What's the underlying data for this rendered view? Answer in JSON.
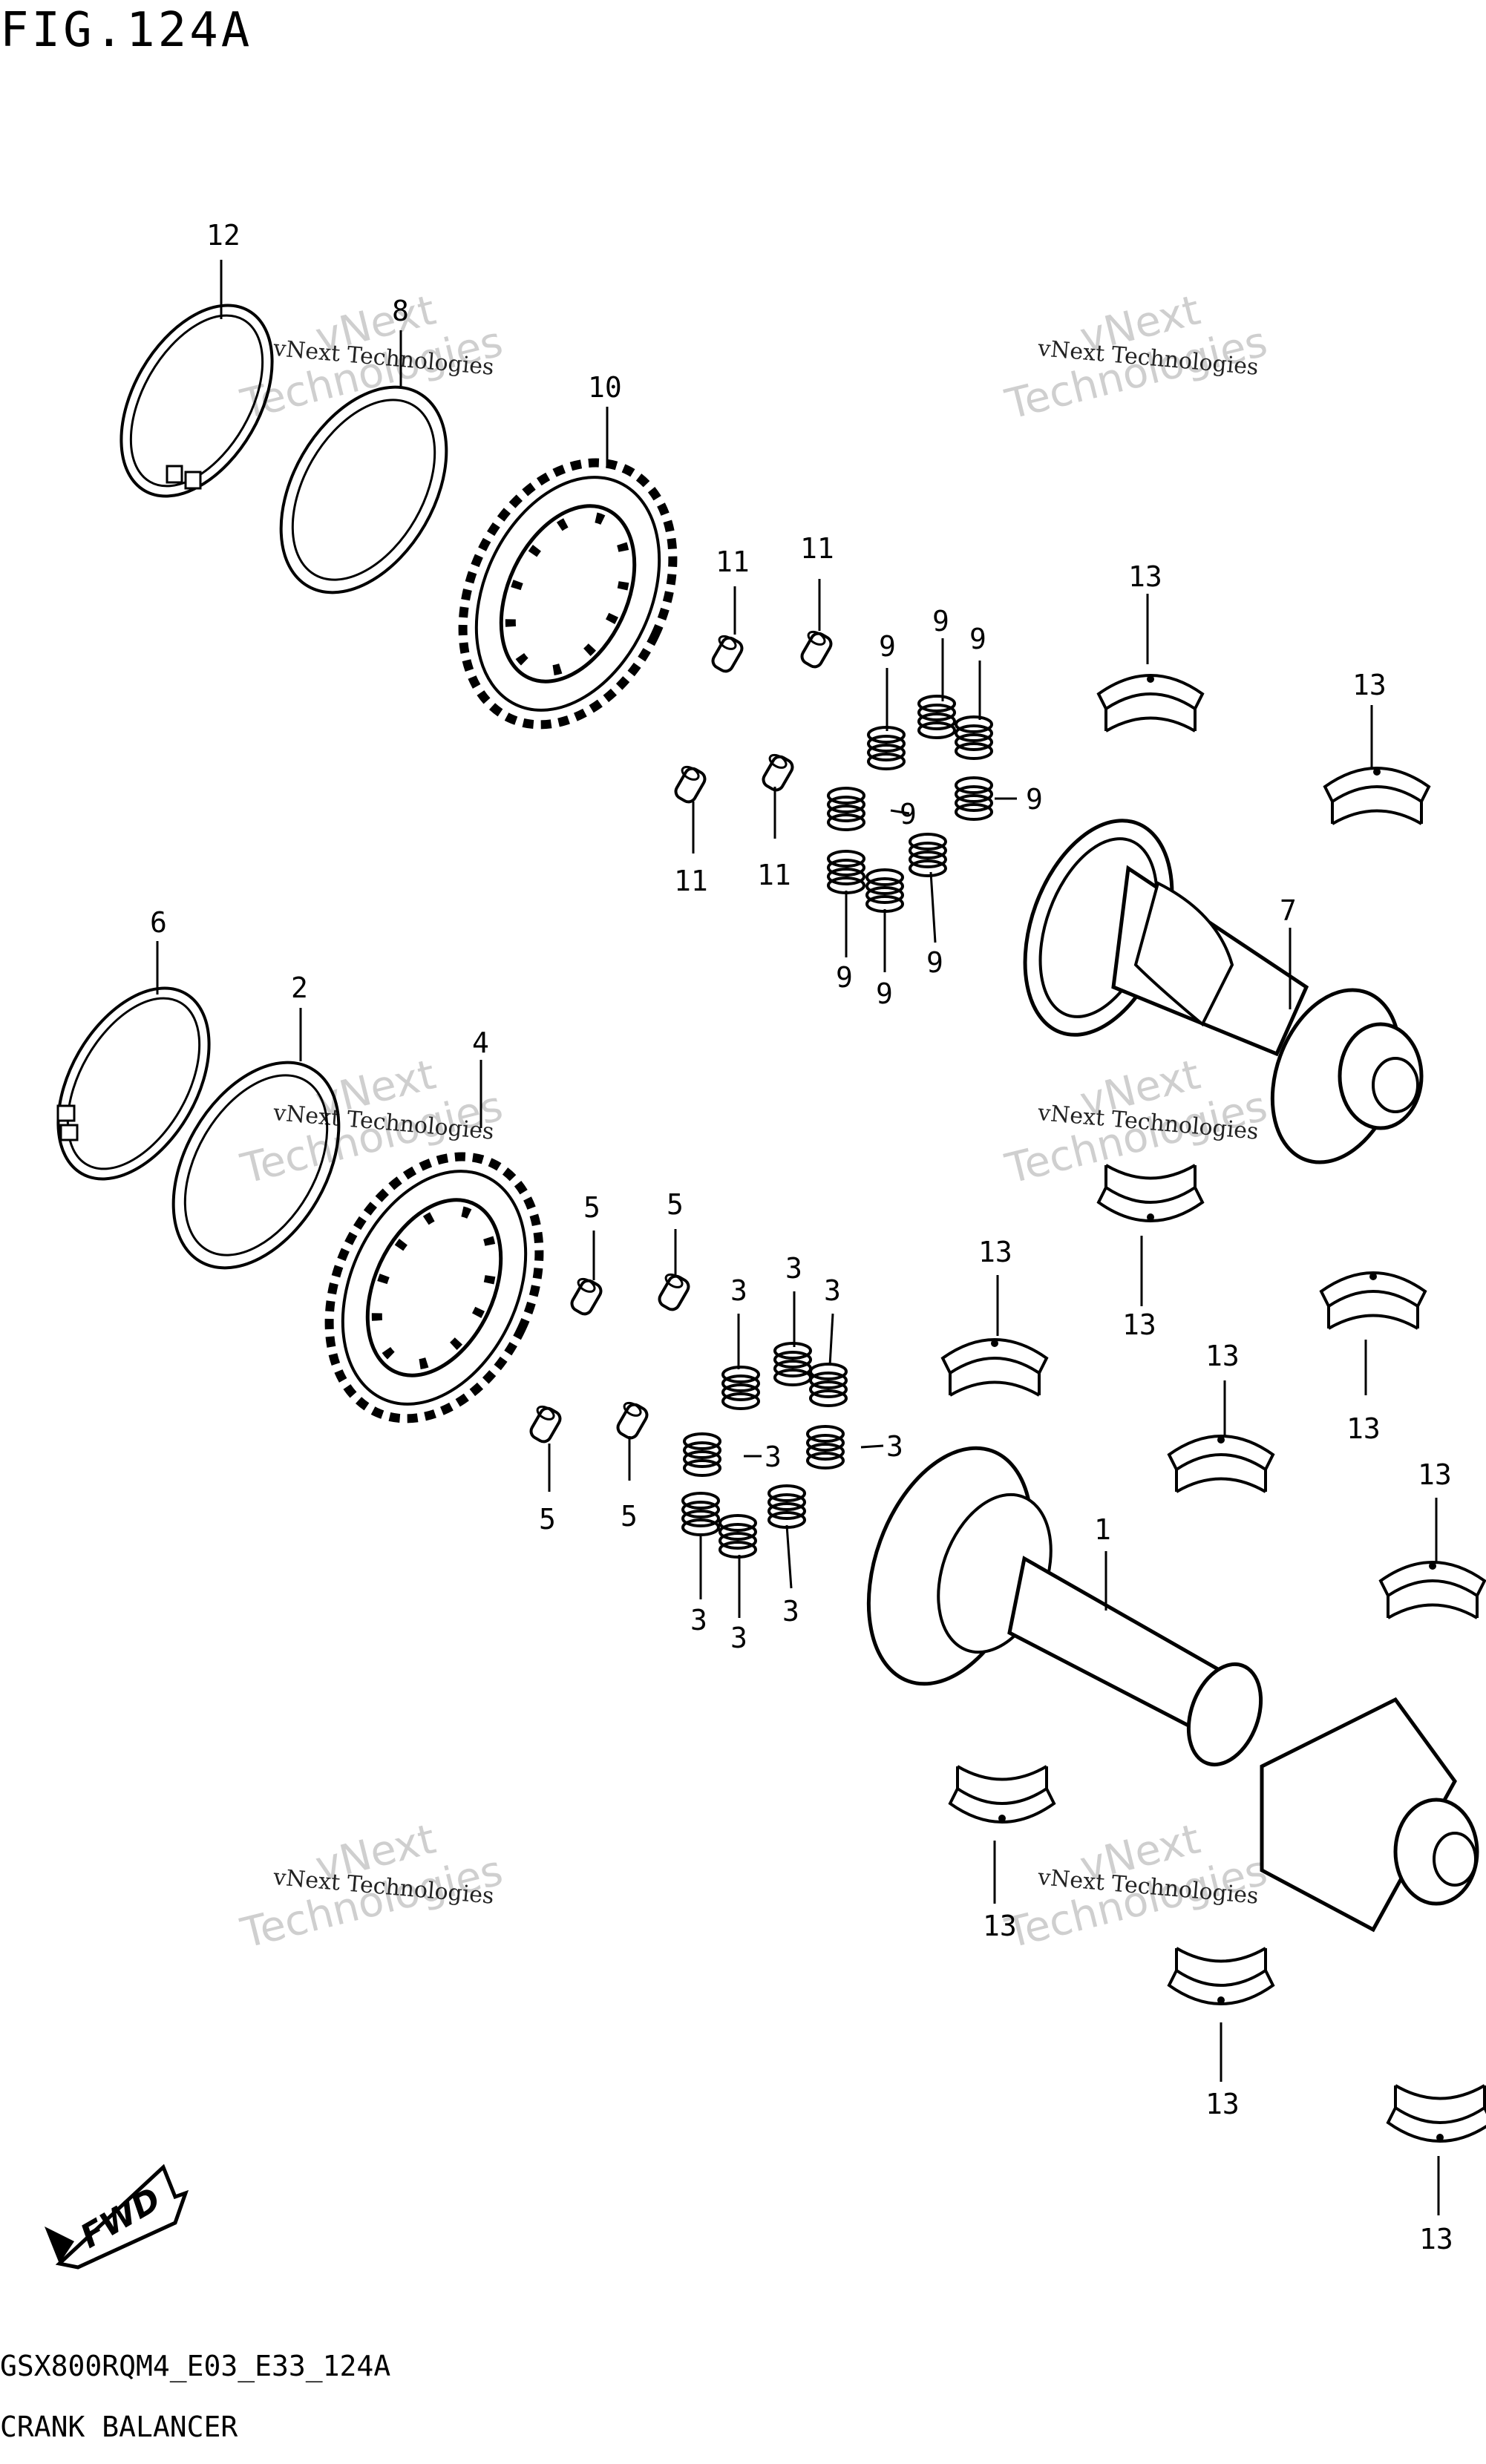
{
  "figure": {
    "title": "FIG.124A",
    "model_code": "GSX800RQM4_E03_E33_124A",
    "name": "CRANK BALANCER"
  },
  "watermark": {
    "line1": "vNext",
    "line2": "Technologies",
    "small": "vNext Technologies"
  },
  "fwd_badge": "FWD",
  "callouts": [
    "1",
    "2",
    "3",
    "4",
    "5",
    "6",
    "7",
    "8",
    "9",
    "10",
    "11",
    "12",
    "13"
  ]
}
